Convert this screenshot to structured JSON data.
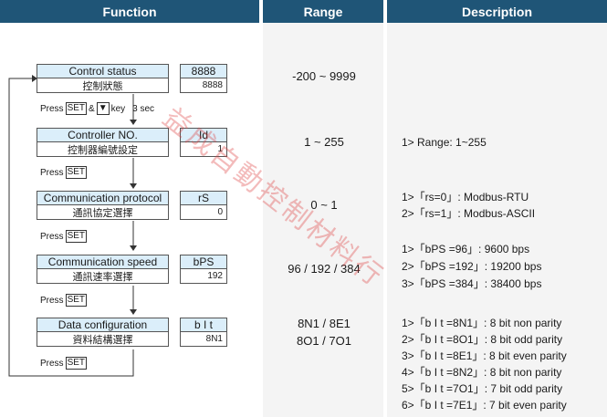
{
  "headers": {
    "function": "Function",
    "range": "Range",
    "description": "Description"
  },
  "rows": [
    {
      "label_en": "Control status",
      "label_zh": "控制狀態",
      "code": "8888",
      "default": "8888",
      "range": "-200 ~ 9999",
      "desc": []
    },
    {
      "label_en": "Controller NO.",
      "label_zh": "控制器編號設定",
      "code": "Id",
      "default": "1",
      "range": "1 ~ 255",
      "desc": [
        "1> Range: 1~255"
      ]
    },
    {
      "label_en": "Communication protocol",
      "label_zh": "通訊協定選擇",
      "code": "rS",
      "default": "0",
      "range": "0 ~ 1",
      "desc": [
        "1>「rs=0」: Modbus-RTU",
        "2>「rs=1」: Modbus-ASCII"
      ]
    },
    {
      "label_en": "Communication speed",
      "label_zh": "通訊速率選擇",
      "code": "bPS",
      "default": "192",
      "range": "96 / 192 / 384",
      "desc": [
        "1>「bPS =96」: 9600 bps",
        "2>「bPS =192」: 19200 bps",
        "3>「bPS =384」: 38400 bps"
      ]
    },
    {
      "label_en": "Data configuration",
      "label_zh": "資料結構選擇",
      "code": "b I t",
      "default": "8N1",
      "range_lines": [
        "8N1 / 8E1",
        "8O1 / 7O1"
      ],
      "desc": [
        "1>「b I t =8N1」: 8 bit non parity",
        "2>「b I t =8O1」: 8 bit odd parity",
        "3>「b I t =8E1」: 8 bit even parity",
        "4>「b I t =8N2」: 8 bit non parity",
        "5>「b I t =7O1」: 7 bit odd parity",
        "6>「b I t =7E1」: 7 bit even parity"
      ]
    }
  ],
  "press": {
    "first": {
      "press": "Press",
      "set": "SET",
      "amp": "&",
      "down": "▼",
      "key": "key",
      "time": "3 sec"
    },
    "next": {
      "press": "Press",
      "set": "SET"
    }
  },
  "watermark": "益成自動控制材料行"
}
